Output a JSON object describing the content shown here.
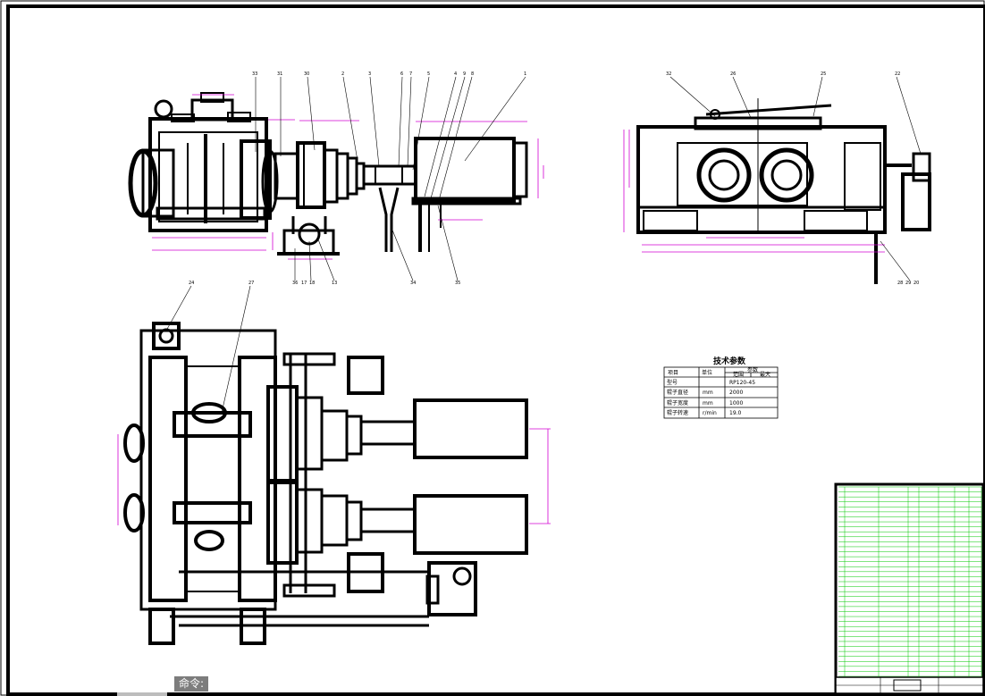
{
  "command_prompt": "命令:",
  "colors": {
    "line": "#000000",
    "dimension": "#d200d2",
    "bom": "#00c800",
    "command_bar": "#7d7d7d"
  },
  "tech_params": {
    "title": "技术参数",
    "headers": [
      "项目",
      "单位",
      "参数"
    ],
    "sub_headers": [
      "范围",
      "最大"
    ],
    "rows": [
      {
        "item": "型号",
        "unit": "",
        "value": "RP120-45"
      },
      {
        "item": "辊子直径",
        "unit": "mm",
        "value": "2000"
      },
      {
        "item": "辊子宽度",
        "unit": "mm",
        "value": "1000"
      },
      {
        "item": "辊子转速",
        "unit": "r/min",
        "value": "19.0"
      }
    ]
  },
  "callouts_front": [
    "33",
    "31",
    "30",
    "2",
    "3",
    "6",
    "7",
    "5",
    "4",
    "9",
    "8",
    "1"
  ],
  "callouts_front_bottom": [
    "36",
    "17",
    "18",
    "13",
    "34",
    "35"
  ],
  "callouts_side": [
    "32",
    "26",
    "25",
    "22"
  ],
  "callouts_side_bottom": [
    "28",
    "29",
    "20"
  ],
  "callouts_plan": [
    "24",
    "27"
  ]
}
